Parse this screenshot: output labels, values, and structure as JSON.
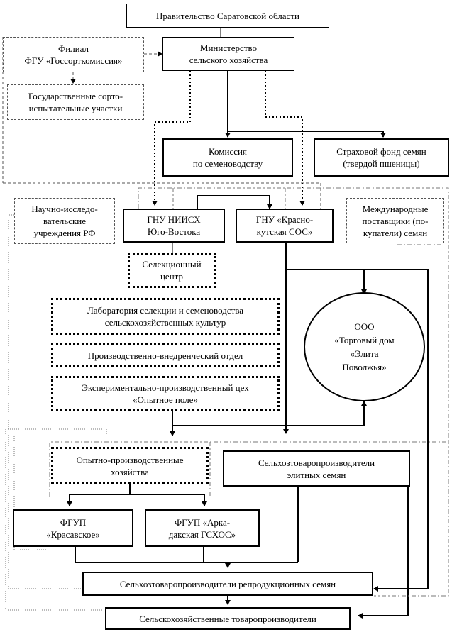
{
  "boxes": {
    "government": "Правительство Саратовской области",
    "branch": "Филиал\nФГУ «Госсорткомиссия»",
    "ministry": "Министерство\nсельского хозяйства",
    "variety_plots": "Государственные сорто-\nиспытательные участки",
    "commission": "Комиссия\nпо семеноводству",
    "insurance_fund": "Страховой фонд семян\n(твердой пшеницы)",
    "research_institutions": "Научно-исследо-\nвательские\nучреждения РФ",
    "gnu_niish": "ГНУ НИИСХ\nЮго-Востока",
    "gnu_krasnokut": "ГНУ «Красно-\nкутская СОС»",
    "international_suppliers": "Международные\nпоставщики (по-\nкупатели) семян",
    "selection_center": "Селекционный\nцентр",
    "lab": "Лаборатория селекции и семеноводства\nсельскохозяйственных культур",
    "production_dept": "Производственно-внедренческий отдел",
    "experimental_shop": "Экспериментально-производственный цех\n«Опытное поле»",
    "trade_house": "ООО\n«Торговый дом\n«Элита\nПоволжья»",
    "experimental_farms": "Опытно-производственные\nхозяйства",
    "elite_producers": "Сельхозтоваропроизводители\nэлитных семян",
    "fgup_krasavskoe": "ФГУП\n«Красавское»",
    "fgup_arkadak": "ФГУП «Арка-\nдакская ГСХОС»",
    "repro_producers": "Сельхозтоваропроизводители репродукционных семян",
    "agri_producers": "Сельскохозяйственные товаропроизводители"
  }
}
